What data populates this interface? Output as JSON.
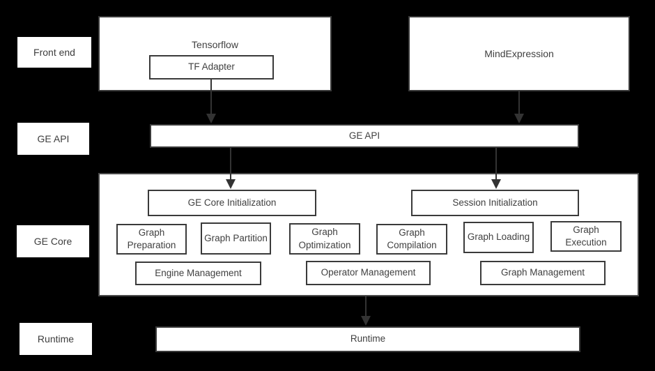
{
  "palette": {
    "background": "#000000",
    "box_fill": "#ffffff",
    "box_border": "#3a3a3a",
    "text": "#404040",
    "arrow": "#333333"
  },
  "layer_labels": [
    {
      "label": "Front end"
    },
    {
      "label": "GE API"
    },
    {
      "label": "GE Core"
    },
    {
      "label": "Runtime"
    }
  ],
  "front_end": {
    "tensorflow_label": "Tensorflow",
    "tf_adapter_label": "TF Adapter",
    "mindexpression_label": "MindExpression"
  },
  "ge_api": {
    "label": "GE API"
  },
  "ge_core": {
    "init": [
      {
        "label": "GE Core Initialization"
      },
      {
        "label": "Session Initialization"
      }
    ],
    "pipeline": [
      {
        "label": "Graph Preparation"
      },
      {
        "label": "Graph Partition"
      },
      {
        "label": "Graph Optimization"
      },
      {
        "label": "Graph Compilation"
      },
      {
        "label": "Graph Loading"
      },
      {
        "label": "Graph Execution"
      }
    ],
    "management": [
      {
        "label": "Engine Management"
      },
      {
        "label": "Operator Management"
      },
      {
        "label": "Graph Management"
      }
    ]
  },
  "runtime": {
    "label": "Runtime"
  }
}
